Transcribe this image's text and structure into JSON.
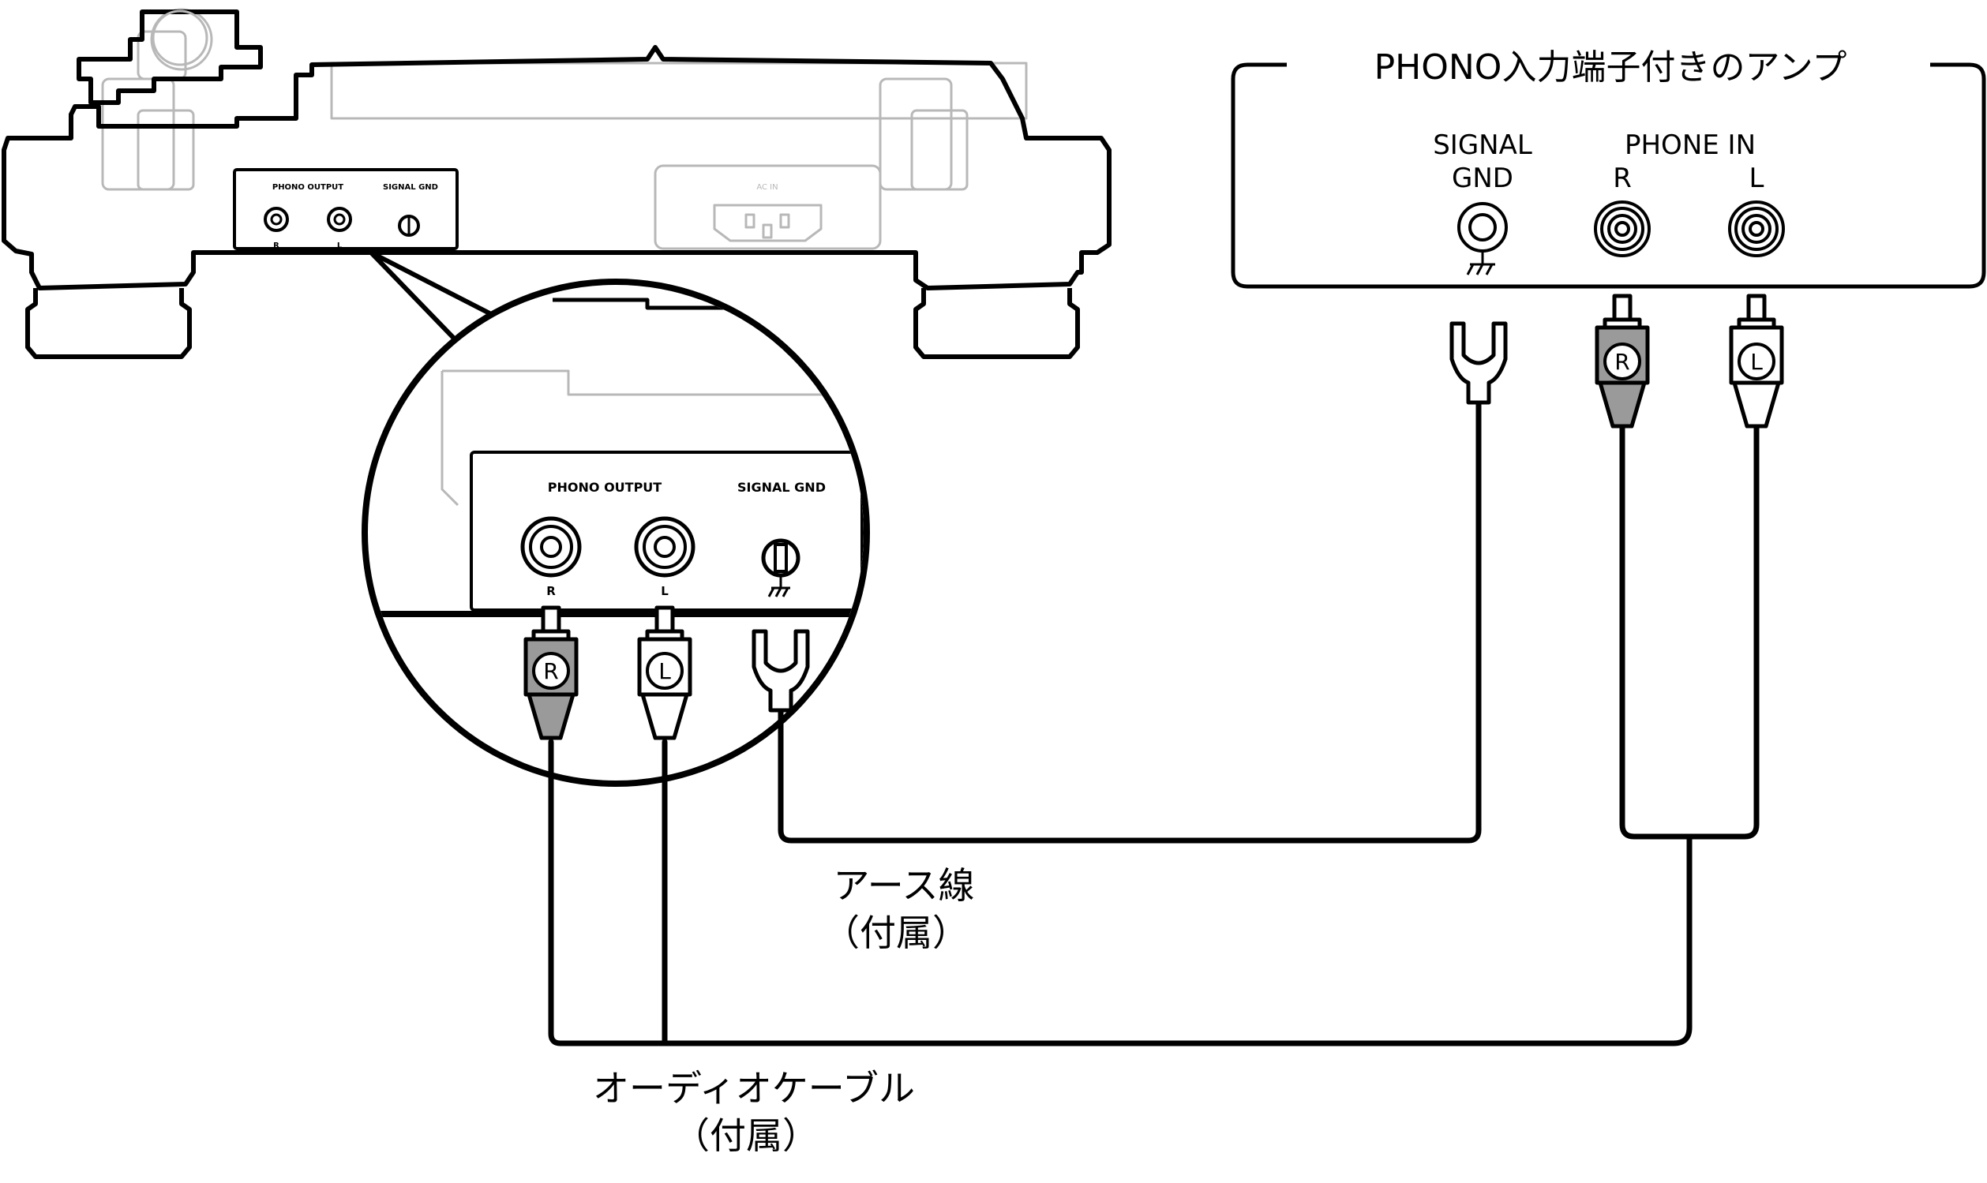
{
  "turntable": {
    "panel_label_output": "PHONO OUTPUT",
    "panel_label_gnd": "SIGNAL GND",
    "jack_r": "R",
    "jack_l": "L",
    "ac_in": "AC IN"
  },
  "zoom": {
    "panel_label_output": "PHONO OUTPUT",
    "panel_label_gnd": "SIGNAL GND",
    "jack_r": "R",
    "jack_l": "L",
    "plug_r": "R",
    "plug_l": "L"
  },
  "amp": {
    "title": "PHONO入力端子付きのアンプ",
    "signal_gnd_line1": "SIGNAL",
    "signal_gnd_line2": "GND",
    "phone_in": "PHONE IN",
    "r": "R",
    "l": "L",
    "plug_r": "R",
    "plug_l": "L"
  },
  "labels": {
    "ground_wire_line1": "アース線",
    "ground_wire_line2": "（付属）",
    "audio_cable_line1": "オーディオケーブル",
    "audio_cable_line2": "（付属）"
  },
  "colors": {
    "line": "#000000",
    "faint": "#b8b8b8",
    "plug_fill": "#9a9a9a"
  }
}
